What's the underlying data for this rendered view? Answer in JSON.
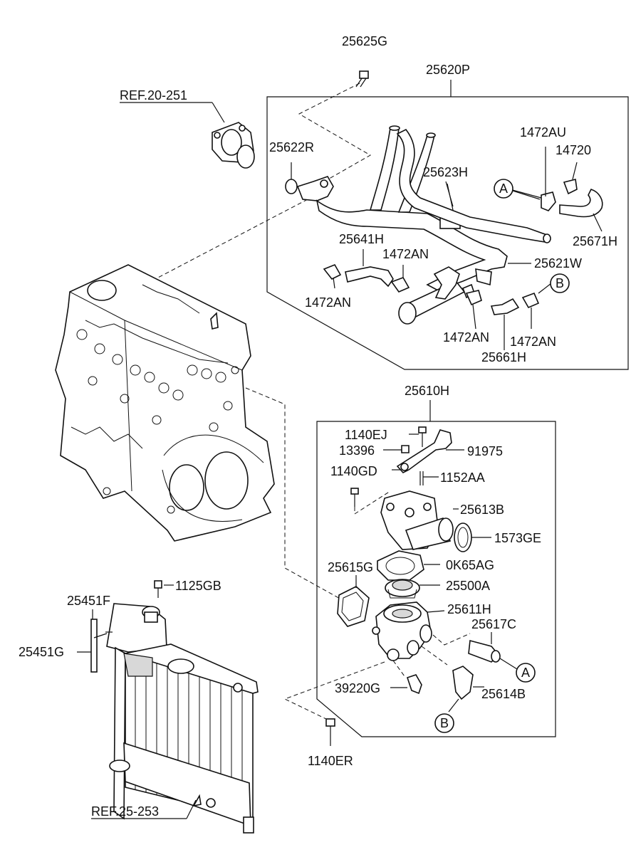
{
  "labels": {
    "l_25625G": "25625G",
    "l_25620P": "25620P",
    "l_ref20": "REF.20-251",
    "l_25622R": "25622R",
    "l_1472AU": "1472AU",
    "l_14720": "14720",
    "l_25623H": "25623H",
    "l_25671H": "25671H",
    "l_25641H": "25641H",
    "l_1472AN_a": "1472AN",
    "l_1472AN_b": "1472AN",
    "l_25621W": "25621W",
    "l_1472AN_c": "1472AN",
    "l_1472AN_d": "1472AN",
    "l_25661H": "25661H",
    "l_25610H": "25610H",
    "l_1140EJ": "1140EJ",
    "l_13396": "13396",
    "l_91975": "91975",
    "l_1140GD": "1140GD",
    "l_1152AA": "1152AA",
    "l_25613B": "25613B",
    "l_1573GE": "1573GE",
    "l_25615G": "25615G",
    "l_0K65AG": "0K65AG",
    "l_25500A": "25500A",
    "l_25611H": "25611H",
    "l_25617C": "25617C",
    "l_39220G": "39220G",
    "l_25614B": "25614B",
    "l_1140ER": "1140ER",
    "l_1125GB": "1125GB",
    "l_25451F": "25451F",
    "l_25451G": "25451G",
    "l_ref25": "REF.25-253"
  },
  "markers": {
    "a_top": "A",
    "b_top": "B",
    "a_bot": "A",
    "b_bot": "B"
  }
}
